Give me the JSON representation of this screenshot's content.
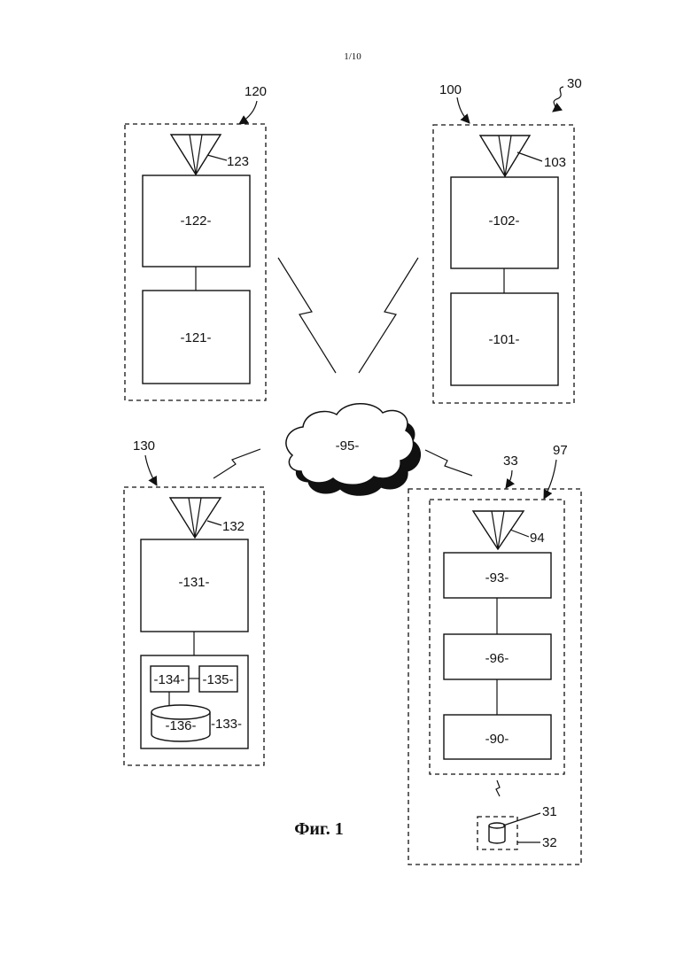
{
  "page": {
    "number": "1/10",
    "caption": "Фиг. 1"
  },
  "network": {
    "cloud_label": "-95-"
  },
  "device_120": {
    "ref": "120",
    "antenna_ref": "123",
    "upper_block": "-122-",
    "lower_block": "-121-"
  },
  "device_100": {
    "ref": "100",
    "group_ref": "30",
    "antenna_ref": "103",
    "upper_block": "-102-",
    "lower_block": "-101-"
  },
  "device_130": {
    "ref": "130",
    "antenna_ref": "132",
    "main_block": "-131-",
    "storage_group": "-133-",
    "block_a": "-134-",
    "block_b": "-135-",
    "database": "-136-"
  },
  "device_33": {
    "outer_ref": "33",
    "inner_ref": "97",
    "antenna_ref": "94",
    "block_top": "-93-",
    "block_mid": "-96-",
    "block_bottom": "-90-",
    "tag_ref": "31",
    "tag_box_ref": "32"
  }
}
